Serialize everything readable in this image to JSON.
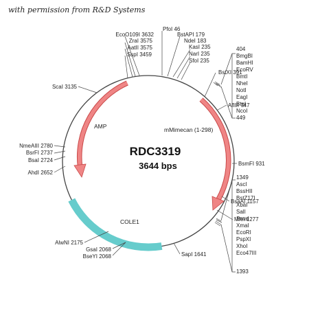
{
  "credit": "with permission from R&D Systems",
  "plasmid": {
    "name": "RDC3319",
    "size": "3644 bps"
  },
  "features": {
    "amp": "AMP",
    "cole1": "COLE1",
    "insert": "mMimecan (1-298)"
  },
  "sites": {
    "pfoI": "PfoI 46",
    "ecoO109I": "EcoO109I 3632",
    "zraI": "ZraI 3575",
    "aatII": "AatII 3575",
    "sspI": "SspI 3459",
    "bstAPI": "BstAPI 179",
    "ndeI": "NdeI 183",
    "kasI": "KasI 235",
    "narI": "NarI 235",
    "sfoI": "SfoI 235",
    "bstXI": "BstXI 391",
    "scaI": "ScaI 3135",
    "aflIII": "AflIII 747",
    "nmeAIII": "NmeAIII 2780",
    "bsrFI": "BsrFI 2737",
    "bsaI": "BsaI 2724",
    "ahdI": "AhdI 2652",
    "bsmFI": "BsmFI 931",
    "bsaAI": "BsaAI 1157",
    "mfeI": "MfeI 1277",
    "alwNI": "AlwNI 2175",
    "gsaI": "GsaI 2068",
    "bseYI": "BseYI 2068",
    "sapI": "SapI 1641"
  },
  "mcs1": {
    "start": "404",
    "enzymes": [
      "BmgBI",
      "BamHI",
      "EcoRV",
      "BmtI",
      "NheI",
      "NotI",
      "EagI",
      "BtgI",
      "NcoI"
    ],
    "end": "449"
  },
  "mcs2": {
    "start": "1349",
    "enzymes": [
      "AscI",
      "BssHII",
      "BstZ17I",
      "XbaI",
      "SalI",
      "SmaI",
      "XmaI",
      "EcoRI",
      "PspXI",
      "XhoI",
      "Eco47III"
    ],
    "end": "1393"
  },
  "colors": {
    "amp_arrow": "#e86a6a",
    "insert_arrow": "#e86a6a",
    "cole1_arc": "#66cccc",
    "backbone": "#444444"
  }
}
